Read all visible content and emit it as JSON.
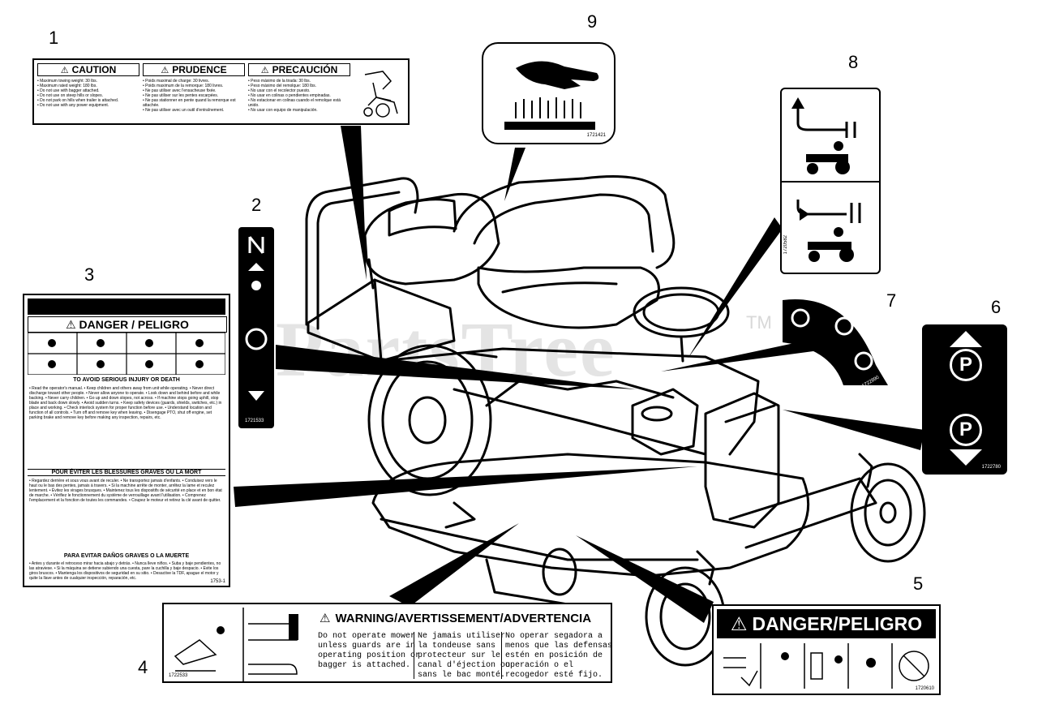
{
  "callouts": {
    "n1": "1",
    "n2": "2",
    "n3": "3",
    "n4": "4",
    "n5": "5",
    "n6": "6",
    "n7": "7",
    "n8": "8",
    "n9": "9"
  },
  "watermark": {
    "text": "PartsTree",
    "tm": "TM"
  },
  "decal1": {
    "caution": "CAUTION",
    "prudence": "PRUDENCE",
    "precaucion": "PRECAUCIÓN",
    "caution_lines": [
      "• Maximum towing weight: 30 lbs.",
      "• Maximum rated weight: 180 lbs.",
      "• Do not use with bagger attached.",
      "• Do not use on steep hills or slopes.",
      "• Do not park on hills when trailer is attached.",
      "• Do not use with any power equipment."
    ],
    "prudence_lines": [
      "• Poids maximal de charge: 30 livres.",
      "• Poids maximum de la remorque: 180 livres.",
      "• Ne pas utiliser avec l'ensacheuse fixée.",
      "• Ne pas utiliser sur les pentes escarpées.",
      "• Ne pas stationner en pente quand la remorque est attachée.",
      "• Ne pas utiliser avec un outil d'entraînement."
    ],
    "precaucion_lines": [
      "• Peso máximo de la tirada: 30 lbs.",
      "• Peso máximo del remolque: 180 lbs.",
      "• No usar con el recolector puesto.",
      "• No usar en colinas o pendientes empinadas.",
      "• No estacionar en colinas cuando el remolque está unido.",
      "• No usar con equipo de manipulación."
    ]
  },
  "decal3": {
    "header": "DANGER / PELIGRO",
    "avoid": "TO AVOID SERIOUS INJURY OR DEATH",
    "french_header": "POUR ÉVITER LES BLESSURES GRAVES OU LA MORT",
    "spanish_header": "PARA EVITAR DAÑOS GRAVES O LA MUERTE",
    "english_text": "• Read the operator's manual. • Keep children and others away from unit while operating. • Never direct discharge toward other people. • Never allow anyone to operate. • Look down and behind before and while backing. • Never carry children. • Go up and down slopes, not across. • If machine stops going uphill, stop blade and back down slowly. • Avoid sudden turns. • Keep safety devices (guards, shields, switches, etc.) in place and working. • Check interlock system for proper function before use. • Understand location and function of all controls. • Turn off and remove key when leaving. • Disengage PTO, shut off engine, set parking brake and remove key before making any inspection, repairs, etc.",
    "french_text": "• Regardez derrière et sous vous avant de reculer. • Ne transportez jamais d'enfants. • Conduisez vers le haut ou le bas des pentes, jamais à travers. • Si la machine arrête de monter, arrêtez la lame et reculez lentement. • Évitez les virages brusques. • Maintenez tous les dispositifs de sécurité en place et en bon état de marche. • Vérifiez le fonctionnement du système de verrouillage avant l'utilisation. • Comprenez l'emplacement et la fonction de toutes les commandes. • Coupez le moteur et retirez la clé avant de quitter.",
    "spanish_text": "• Antes y durante el retroceso mirar hacia abajo y detrás. • Nunca lleve niños. • Suba y baje pendientes, no las atraviese. • Si la máquina se detiene subiendo una cuesta, pare la cuchilla y baje despacio. • Evite los giros bruscos. • Mantenga los dispositivos de seguridad en su sitio. • Desactive la TDF, apague el motor y quite la llave antes de cualquier inspección, reparación, etc.",
    "code": "1753-1"
  },
  "decal4": {
    "header": "WARNING/AVERTISSEMENT/ADVERTENCIA",
    "en": "Do not operate mower\nunless guards are in\noperating position or\nbagger is attached.",
    "fr": "Ne jamais utiliser\nla tondeuse sans\nprotecteur sur le\ncanal d'éjection ou\nsans le bac monté.",
    "es": "No operar segadora a\nmenos que las defensas\nestén en posición de\noperación o el\nrecogedor esté fijo.",
    "code": "1722533"
  },
  "decal5": {
    "header": "DANGER/PELIGRO",
    "code": "1720610"
  },
  "decal2": {
    "code": "1721533"
  },
  "decal6": {
    "code": "1722780"
  },
  "decal7": {
    "code": "1722890"
  },
  "decal8": {
    "code": "1720582"
  },
  "decal9": {
    "code": "1721421"
  }
}
